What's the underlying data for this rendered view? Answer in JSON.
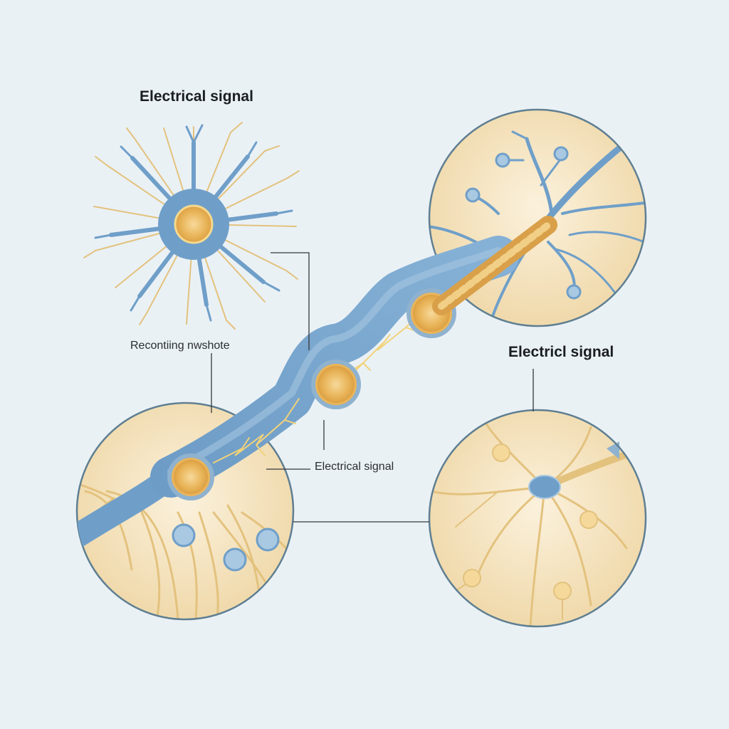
{
  "labels": {
    "top_left": "Electrical signal",
    "left_mid": "Recontiing nwshote",
    "right_mid": "Electricl signal",
    "center": "Electrical signal"
  },
  "colors": {
    "background": "#eaf1f5",
    "neuron_blue": "#6f9fc9",
    "neuron_blue_light": "#a9c8e2",
    "nucleus_gold": "#e8b45a",
    "dendrite_gold": "#e3c27e",
    "circle_fill": "#f3dfb5",
    "circle_border": "#5f7f92",
    "leader_line": "#33383e"
  }
}
